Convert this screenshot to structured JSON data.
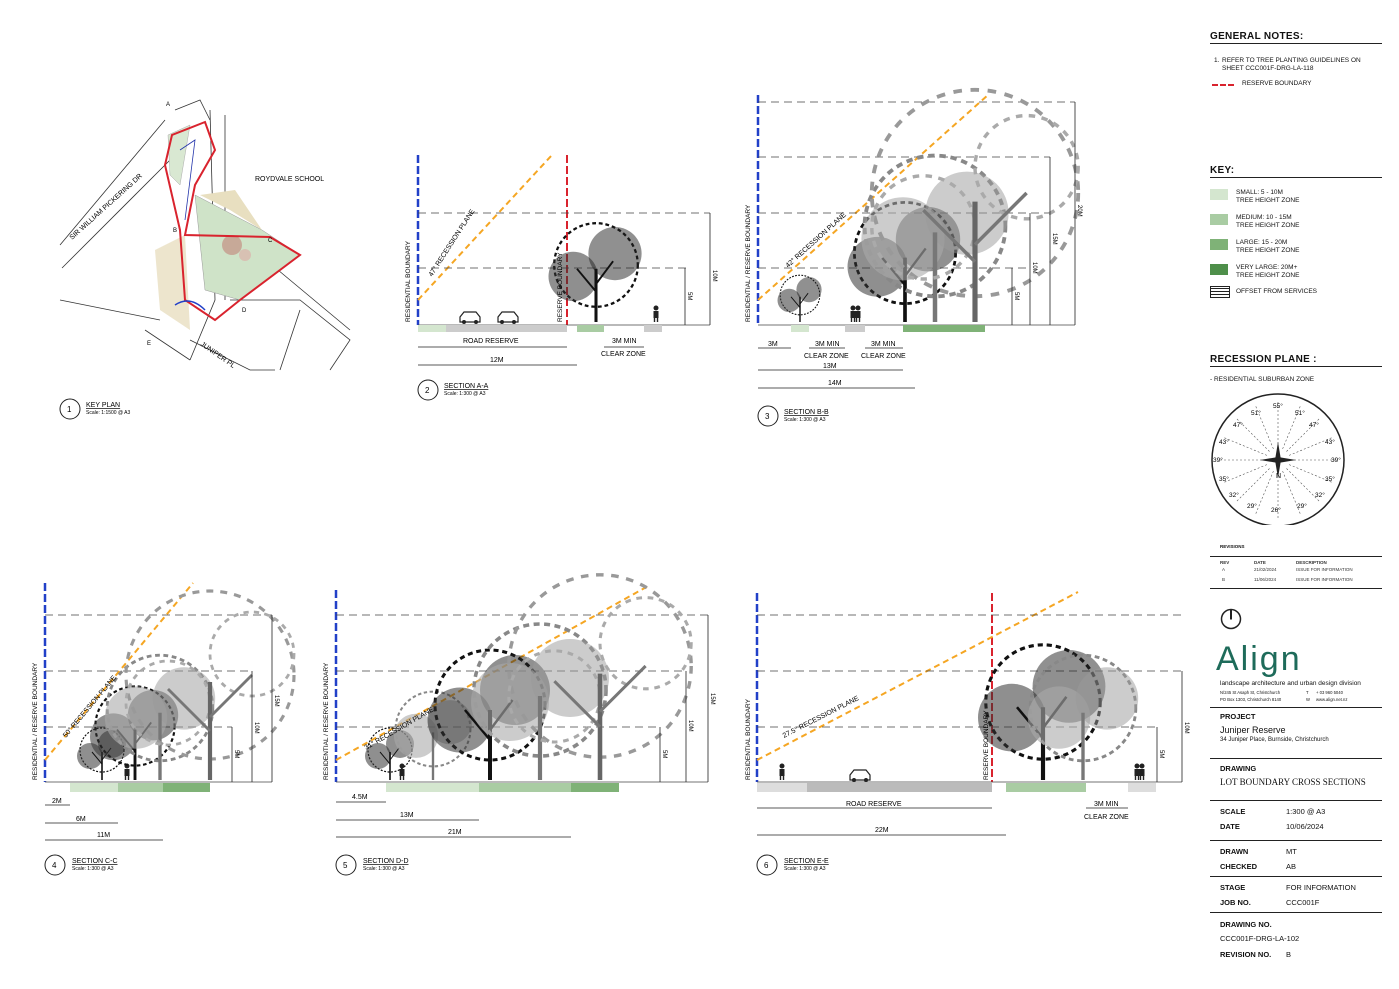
{
  "key_plan": {
    "num": "1",
    "title": "KEY PLAN",
    "scale": "Scale: 1:1500 @ A3",
    "labels": {
      "road1": "SIR WILLIAM PICKERING DR",
      "school": "ROYDVALE SCHOOL",
      "road2": "JUNIPER PL",
      "a": "A",
      "b": "B",
      "c": "C",
      "d": "D",
      "e": "E"
    }
  },
  "sections": {
    "aa": {
      "num": "2",
      "title": "SECTION A-A",
      "scale": "Scale: 1:300 @ A3",
      "recession": "47° RECESSION PLANE",
      "left_label": "RESIDENTIAL BOUNDARY",
      "right_label": "RESERVE BOUNDARY",
      "road": "ROAD RESERVE",
      "dim1": "12M",
      "min": "3M MIN",
      "clear": "CLEAR ZONE",
      "h5": "5M",
      "h10": "10M"
    },
    "bb": {
      "num": "3",
      "title": "SECTION B-B",
      "scale": "Scale: 1:300 @ A3",
      "recession": "42° RECESSION PLANE",
      "left_label": "RESIDENTIAL / RESERVE BOUNDARY",
      "d3": "3M",
      "min1": "3M MIN",
      "clear1": "CLEAR ZONE",
      "min2": "3M MIN",
      "clear2": "CLEAR ZONE",
      "d13": "13M",
      "d14": "14M",
      "h5": "5M",
      "h10": "10M",
      "h15": "15M",
      "h20": "20M"
    },
    "cc": {
      "num": "4",
      "title": "SECTION C-C",
      "scale": "Scale: 1:300 @ A3",
      "recession": "50° RECESSION PLANE",
      "left_label": "RESIDENTIAL / RESERVE BOUNDARY",
      "d2": "2M",
      "d6": "6M",
      "d11": "11M",
      "h5": "5M",
      "h10": "10M",
      "h15": "15M"
    },
    "dd": {
      "num": "5",
      "title": "SECTION D-D",
      "scale": "Scale: 1:300 @ A3",
      "recession": "31° RECESSION PLANE",
      "left_label": "RESIDENTIAL / RESERVE BOUNDARY",
      "d45": "4.5M",
      "d13": "13M",
      "d21": "21M",
      "h5": "5M",
      "h10": "10M",
      "h15": "15M"
    },
    "ee": {
      "num": "6",
      "title": "SECTION E-E",
      "scale": "Scale: 1:300 @ A3",
      "recession": "27.5° RECESSION PLANE",
      "left_label": "RESIDENTIAL BOUNDARY",
      "right_label": "RESERVE BOUNDARY",
      "road": "ROAD RESERVE",
      "d22": "22M",
      "min": "3M MIN",
      "clear": "CLEAR ZONE",
      "h5": "5M",
      "h10": "10M"
    }
  },
  "title_block": {
    "general_notes_title": "GENERAL NOTES:",
    "note1_num": "1.",
    "note1_line1": "REFER TO TREE PLANTING GUIDELINES ON",
    "note1_line2": "SHEET CCC001F-DRG-LA-118",
    "reserve_boundary": "RESERVE BOUNDARY",
    "key_title": "KEY:",
    "key": [
      {
        "l1": "SMALL: 5 - 10M",
        "l2": "TREE HEIGHT ZONE",
        "color": "#d4e6cf"
      },
      {
        "l1": "MEDIUM: 10 - 15M",
        "l2": "TREE HEIGHT ZONE",
        "color": "#a9cca3"
      },
      {
        "l1": "LARGE: 15 - 20M",
        "l2": "TREE HEIGHT ZONE",
        "color": "#7fb277"
      },
      {
        "l1": "VERY LARGE: 20M+",
        "l2": "TREE HEIGHT ZONE",
        "color": "#4e8f4a"
      }
    ],
    "offset_label": "OFFSET FROM SERVICES",
    "recession_title": "RECESSION PLANE :",
    "recession_sub": "- RESIDENTIAL SUBURBAN ZONE",
    "compass": {
      "north": "N",
      "angles": [
        "55°",
        "51°",
        "51°",
        "47°",
        "47°",
        "43°",
        "43°",
        "39°",
        "39°",
        "35°",
        "35°",
        "32°",
        "32°",
        "29°",
        "29°",
        "26°"
      ]
    },
    "revisions_title": "REVISIONS",
    "rev_headers": {
      "rev": "REV",
      "date": "DATE",
      "desc": "DESCRIPTION"
    },
    "revisions": [
      {
        "rev": "A",
        "date": "21/02/2024",
        "desc": "ISSUE FOR INFORMATION"
      },
      {
        "rev": "B",
        "date": "11/06/2024",
        "desc": "ISSUE FOR INFORMATION"
      }
    ],
    "logo": "Align",
    "tagline": "landscape architecture and urban design division",
    "addr1": "N/245 St Asaph St, Christchurch",
    "addr2": "PO Box 1303, Christchurch 8140",
    "phone_label": "T",
    "phone": "+ 03 960 5040",
    "web_label": "W",
    "web": "www.align.net.nz",
    "project_label": "PROJECT",
    "project_name": "Juniper Reserve",
    "project_addr": "34 Juniper Place, Burnside, Christchurch",
    "drawing_label": "DRAWING",
    "drawing_name": "LOT BOUNDARY CROSS SECTIONS",
    "scale_label": "SCALE",
    "scale_val": "1:300 @ A3",
    "date_label": "DATE",
    "date_val": "10/06/2024",
    "drawn_label": "DRAWN",
    "drawn_val": "MT",
    "checked_label": "CHECKED",
    "checked_val": "AB",
    "stage_label": "STAGE",
    "stage_val": "FOR INFORMATION",
    "job_label": "JOB NO.",
    "job_val": "CCC001F",
    "drawing_no_label": "DRAWING NO.",
    "drawing_no_val": "CCC001F-DRG-LA-102",
    "revision_no_label": "REVISION NO.",
    "revision_no_val": "B"
  }
}
